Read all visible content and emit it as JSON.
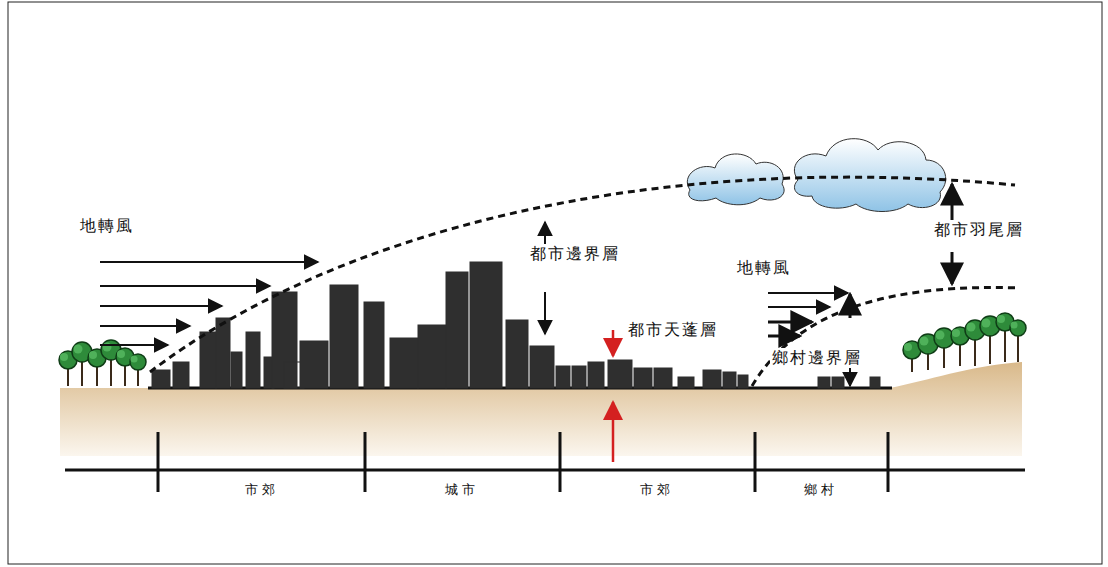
{
  "diagram": {
    "labels": [
      "地轉風",
      "都市邊界層",
      "地轉風",
      "都市天蓬層",
      "鄉村邊界層",
      "都市羽尾層",
      "市郊",
      "城市",
      "市郊",
      "鄉村"
    ]
  }
}
